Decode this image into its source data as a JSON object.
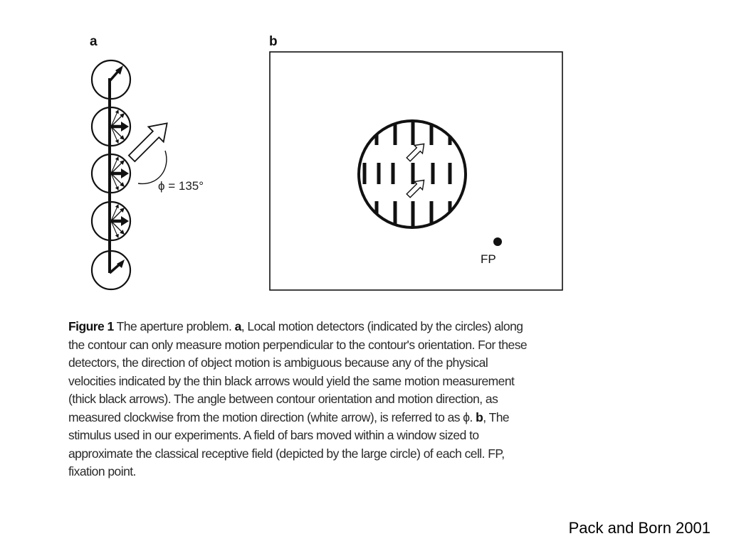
{
  "figure": {
    "panel_a_letter": "a",
    "panel_b_letter": "b",
    "phi_label": "ϕ = 135°",
    "fp_label": "FP"
  },
  "caption": {
    "label": "Figure 1",
    "lines": [
      {
        "pre": " The aperture problem. ",
        "bold": "a",
        "post": ", Local motion detectors (indicated by the circles) along"
      },
      {
        "pre": "the contour can only measure motion perpendicular to the contour's orientation. For these",
        "bold": "",
        "post": ""
      },
      {
        "pre": "detectors, the direction of object motion is ambiguous because any of the physical",
        "bold": "",
        "post": ""
      },
      {
        "pre": "velocities indicated by the thin black arrows would yield the same motion measurement",
        "bold": "",
        "post": ""
      },
      {
        "pre": "(thick black arrows). The angle between contour orientation and motion direction, as",
        "bold": "",
        "post": ""
      },
      {
        "pre": "measured clockwise from the motion direction (white arrow), is referred to as ϕ. ",
        "bold": "b",
        "post": ", The"
      },
      {
        "pre": "stimulus used in our experiments.  A field of bars moved within a window sized to",
        "bold": "",
        "post": ""
      },
      {
        "pre": "approximate the classical receptive field (depicted by the large circle) of each cell. FP,",
        "bold": "",
        "post": ""
      },
      {
        "pre": "fixation point.",
        "bold": "",
        "post": ""
      }
    ]
  },
  "credit": "Pack and Born 2001"
}
